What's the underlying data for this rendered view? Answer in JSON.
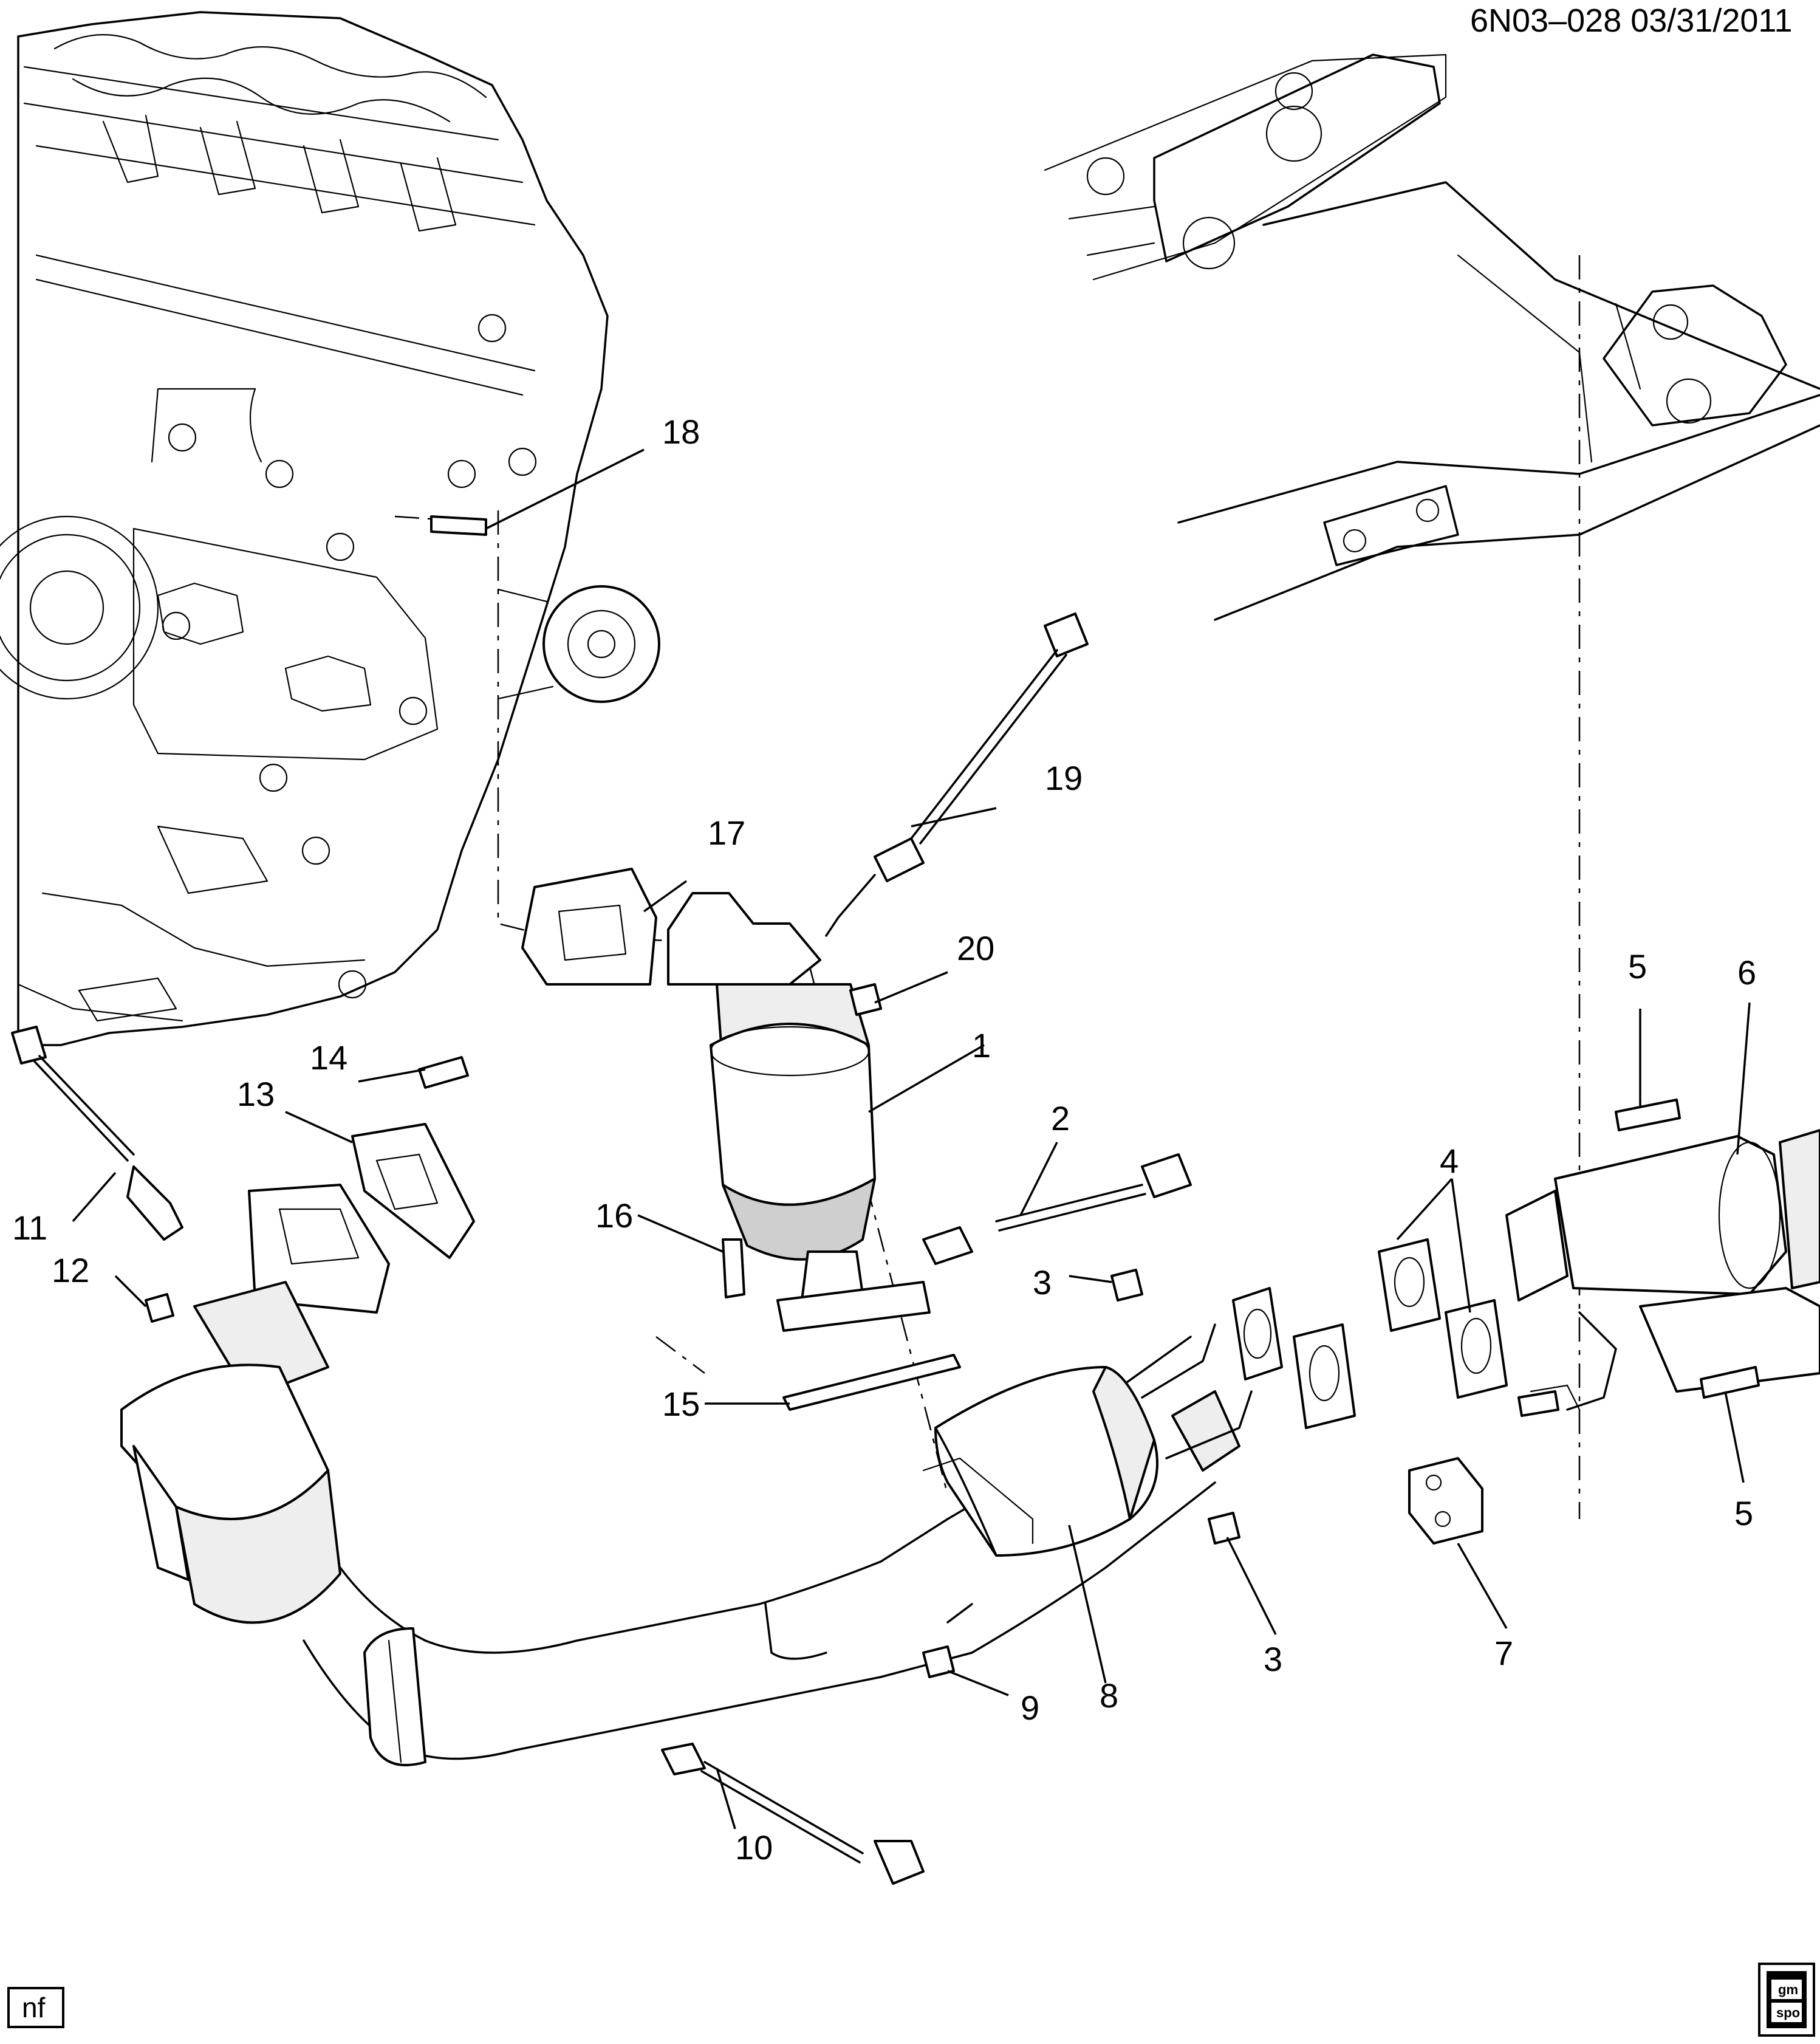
{
  "drawing_ref": "6N03–028  03/31/2011",
  "corner_tag": "nf",
  "logo_text": "gm spo",
  "callouts": {
    "c1": "1",
    "c2": "2",
    "c3a": "3",
    "c3b": "3",
    "c4": "4",
    "c5a": "5",
    "c5b": "5",
    "c6": "6",
    "c7": "7",
    "c8": "8",
    "c9": "9",
    "c10": "10",
    "c11": "11",
    "c12": "12",
    "c13": "13",
    "c14": "14",
    "c15": "15",
    "c16": "16",
    "c17": "17",
    "c18": "18",
    "c19": "19",
    "c20": "20"
  }
}
